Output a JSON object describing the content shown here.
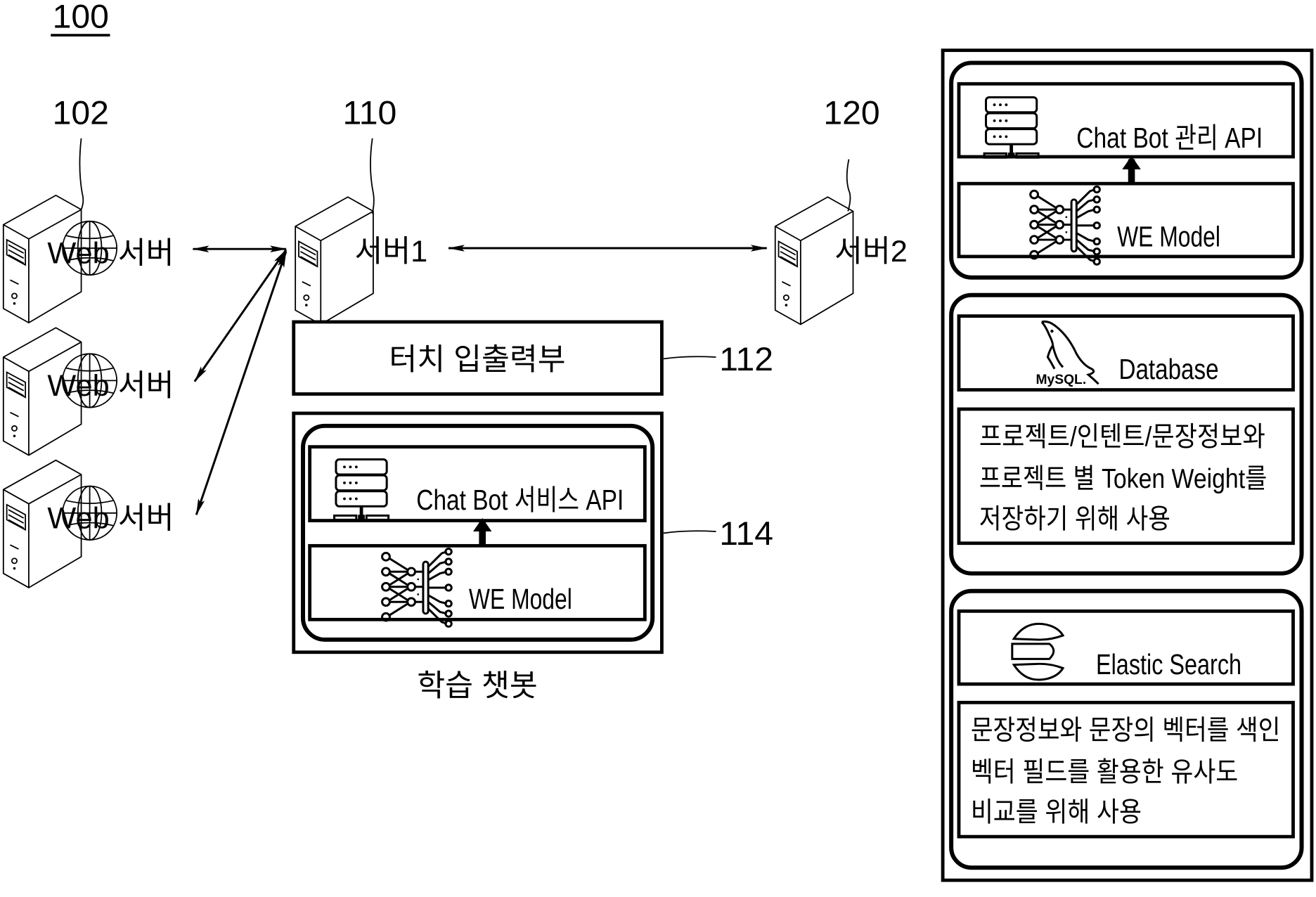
{
  "figure": {
    "number": "100",
    "colors": {
      "ink": "#000000",
      "paper": "#ffffff"
    }
  },
  "refs": {
    "web_servers": "102",
    "server1": "110",
    "touch_io": "112",
    "learning_chatbot": "114",
    "server2": "120"
  },
  "web_servers": [
    {
      "label": "Web 서버",
      "icon": "web-server-icon"
    },
    {
      "label": "Web 서버",
      "icon": "web-server-icon"
    },
    {
      "label": "Web 서버",
      "icon": "web-server-icon"
    }
  ],
  "server1": {
    "label": "서버1",
    "icon": "server-tower-icon"
  },
  "server2": {
    "label": "서버2",
    "icon": "server-tower-icon"
  },
  "touch_io": {
    "label": "터치 입출력부"
  },
  "learning_chatbot": {
    "caption": "학습 챗봇",
    "api": {
      "label": "Chat Bot 서비스 API",
      "icon": "server-rack-icon"
    },
    "model": {
      "label": "WE Model",
      "icon": "neural-network-icon"
    }
  },
  "server2_panel": {
    "management": {
      "api": {
        "label": "Chat Bot 관리 API",
        "icon": "server-rack-icon"
      },
      "model": {
        "label": "WE Model",
        "icon": "neural-network-icon"
      }
    },
    "database": {
      "label": "Database",
      "logo_text": "MySQL.",
      "icon": "mysql-dolphin-icon",
      "description_lines": [
        "프로젝트/인텐트/문장정보와",
        "프로젝트 별 Token Weight를",
        "저장하기 위해 사용"
      ]
    },
    "search": {
      "label": "Elastic Search",
      "icon": "elasticsearch-icon",
      "description_lines": [
        "문장정보와 문장의 벡터를 색인",
        "벡터 필드를 활용한 유사도",
        "비교를 위해 사용"
      ]
    }
  }
}
